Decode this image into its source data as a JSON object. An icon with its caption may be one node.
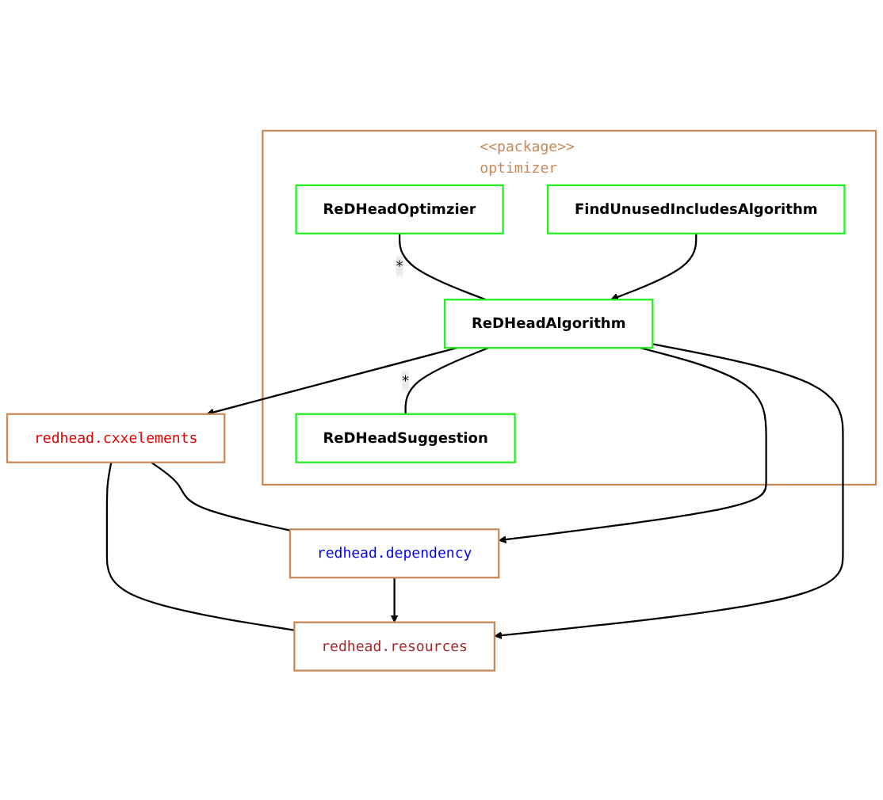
{
  "diagram": {
    "nodes": [
      {
        "text": [
          "redhead.cxxelements"
        ]
      },
      {
        "text": [
          "redhead.resources"
        ]
      },
      {
        "text": [
          "<<package>> optimizer"
        ]
      },
      {
        "text": [
          "ReDHeadOptimzier"
        ],
        "in": 2
      },
      {
        "text": [
          "ReDHeadAlgorithm"
        ],
        "in": 2
      },
      {
        "text": [
          "ReDHeadSuggestion"
        ],
        "in": 2
      },
      {
        "text": [
          "FindUnusedIncludesAlgorithm"
        ],
        "in": 2
      },
      {
        "text": [
          "redhead.dependency"
        ]
      }
    ],
    "edges": [
      {
        "from": 0,
        "to": 1,
        "arrow": "none"
      },
      {
        "from": 0,
        "to": 7,
        "arrow": "none"
      },
      {
        "from": 7,
        "to": 1,
        "arrow": "to"
      },
      {
        "from": 4,
        "to": 0,
        "arrow": "to"
      },
      {
        "from": 4,
        "to": 1,
        "arrow": "to"
      },
      {
        "from": 3,
        "to": 4,
        "arrow": "none",
        "label": "*"
      },
      {
        "from": 4,
        "to": 5,
        "arrow": "none",
        "label": "*"
      },
      {
        "from": 4,
        "to": 7,
        "arrow": "to"
      },
      {
        "from": 6,
        "to": 4,
        "arrow": "to"
      }
    ]
  }
}
